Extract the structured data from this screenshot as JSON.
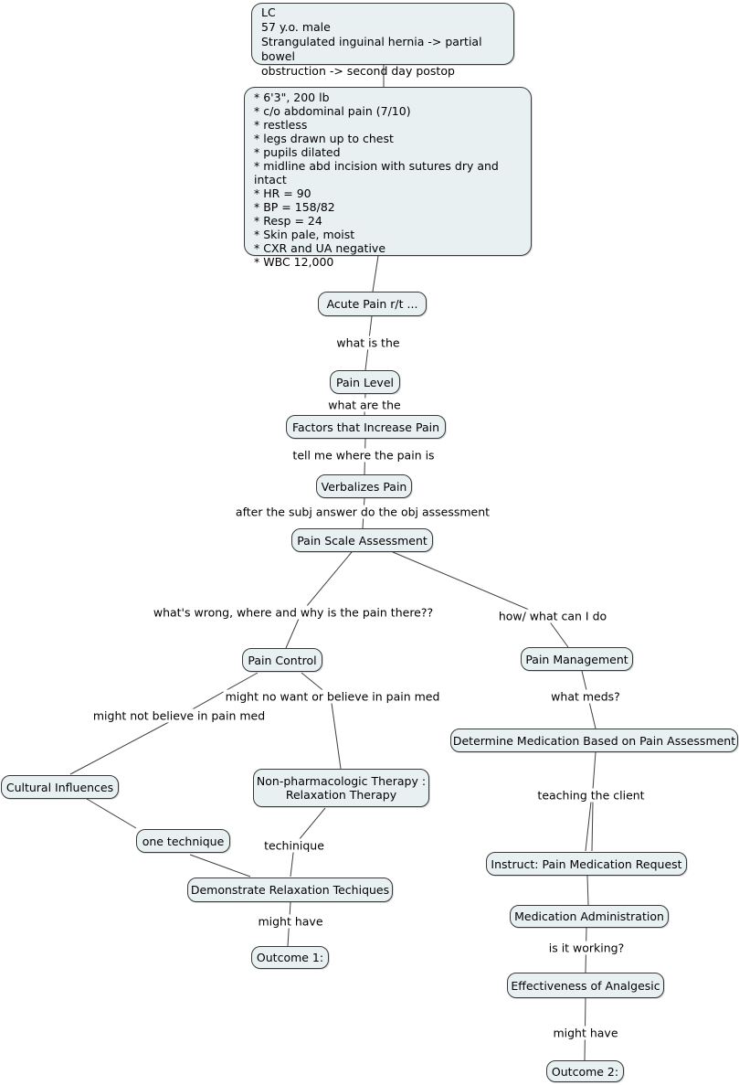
{
  "diagram": {
    "type": "concept-map",
    "topic": "Acute Pain nursing concept map"
  },
  "colors": {
    "background": "#ffffff",
    "node_fill": "#e8f0f1",
    "node_border": "#3a3a3a",
    "connector": "#3f3f3f",
    "text": "#000000"
  },
  "nodes": [
    {
      "id": "patient-summary",
      "label": "LC\n57 y.o. male\nStrangulated inguinal hernia -> partial bowel\nobstruction -> second day postop"
    },
    {
      "id": "assessment-data",
      "label": "* 6'3\", 200 lb\n* c/o abdominal pain (7/10)\n* restless\n* legs drawn up to chest\n* pupils dilated\n* midline abd incision with sutures dry and intact\n* HR = 90\n* BP = 158/82\n* Resp = 24\n* Skin pale, moist\n* CXR and UA negative\n* WBC 12,000"
    },
    {
      "id": "acute-pain",
      "label": "Acute Pain r/t ..."
    },
    {
      "id": "pain-level",
      "label": "Pain Level"
    },
    {
      "id": "factors-that-increase-pain",
      "label": "Factors that Increase Pain"
    },
    {
      "id": "verbalizes-pain",
      "label": "Verbalizes Pain"
    },
    {
      "id": "pain-scale-assessment",
      "label": "Pain Scale Assessment"
    },
    {
      "id": "pain-control",
      "label": "Pain Control"
    },
    {
      "id": "pain-management",
      "label": "Pain Management"
    },
    {
      "id": "cultural-influences",
      "label": "Cultural Influences"
    },
    {
      "id": "non-pharmacologic-therapy",
      "label": "Non-pharmacologic Therapy :\nRelaxation Therapy"
    },
    {
      "id": "one-technique",
      "label": "one technique"
    },
    {
      "id": "determine-medication",
      "label": "Determine Medication Based on Pain Assessment"
    },
    {
      "id": "demonstrate-relaxation-techiques",
      "label": "Demonstrate Relaxation Techiques"
    },
    {
      "id": "outcome-1",
      "label": "Outcome 1:"
    },
    {
      "id": "instruct-pain-medication-request",
      "label": "Instruct: Pain Medication Request"
    },
    {
      "id": "medication-administration",
      "label": "Medication Administration"
    },
    {
      "id": "effectiveness-of-analgesic",
      "label": "Effectiveness of Analgesic"
    },
    {
      "id": "outcome-2",
      "label": "Outcome 2:"
    }
  ],
  "link_labels": [
    {
      "text": "what is the"
    },
    {
      "text": "what are the"
    },
    {
      "text": "tell me where the pain is"
    },
    {
      "text": "after the subj answer do the obj assessment"
    },
    {
      "text": "what's wrong, where and why is the pain there??"
    },
    {
      "text": "how/ what can I do"
    },
    {
      "text": "might no want or believe in pain med"
    },
    {
      "text": "might not believe in pain med"
    },
    {
      "text": "what meds?"
    },
    {
      "text": "teaching the client"
    },
    {
      "text": "techinique"
    },
    {
      "text": "might have"
    },
    {
      "text": "is it working?"
    },
    {
      "text": "might have"
    }
  ],
  "edges": [
    {
      "from": "patient-summary",
      "to": "assessment-data",
      "label": ""
    },
    {
      "from": "assessment-data",
      "to": "acute-pain",
      "label": ""
    },
    {
      "from": "acute-pain",
      "to": "pain-level",
      "label": "what is the"
    },
    {
      "from": "pain-level",
      "to": "factors-that-increase-pain",
      "label": "what are the"
    },
    {
      "from": "factors-that-increase-pain",
      "to": "verbalizes-pain",
      "label": "tell me where the pain is"
    },
    {
      "from": "verbalizes-pain",
      "to": "pain-scale-assessment",
      "label": "after the subj answer do the obj assessment"
    },
    {
      "from": "pain-scale-assessment",
      "to": "pain-control",
      "label": "what's wrong, where and why is the pain there??"
    },
    {
      "from": "pain-scale-assessment",
      "to": "pain-management",
      "label": "how/ what can I do"
    },
    {
      "from": "pain-control",
      "to": "cultural-influences",
      "label": "might not believe in pain med"
    },
    {
      "from": "pain-control",
      "to": "non-pharmacologic-therapy",
      "label": "might no want or believe in pain med"
    },
    {
      "from": "cultural-influences",
      "to": "one-technique",
      "label": ""
    },
    {
      "from": "one-technique",
      "to": "demonstrate-relaxation-techiques",
      "label": ""
    },
    {
      "from": "non-pharmacologic-therapy",
      "to": "demonstrate-relaxation-techiques",
      "label": "techinique"
    },
    {
      "from": "demonstrate-relaxation-techiques",
      "to": "outcome-1",
      "label": "might have"
    },
    {
      "from": "pain-management",
      "to": "determine-medication",
      "label": "what meds?"
    },
    {
      "from": "determine-medication",
      "to": "instruct-pain-medication-request",
      "label": "teaching the client"
    },
    {
      "from": "instruct-pain-medication-request",
      "to": "medication-administration",
      "label": ""
    },
    {
      "from": "medication-administration",
      "to": "effectiveness-of-analgesic",
      "label": "is it working?"
    },
    {
      "from": "effectiveness-of-analgesic",
      "to": "outcome-2",
      "label": "might have"
    }
  ]
}
